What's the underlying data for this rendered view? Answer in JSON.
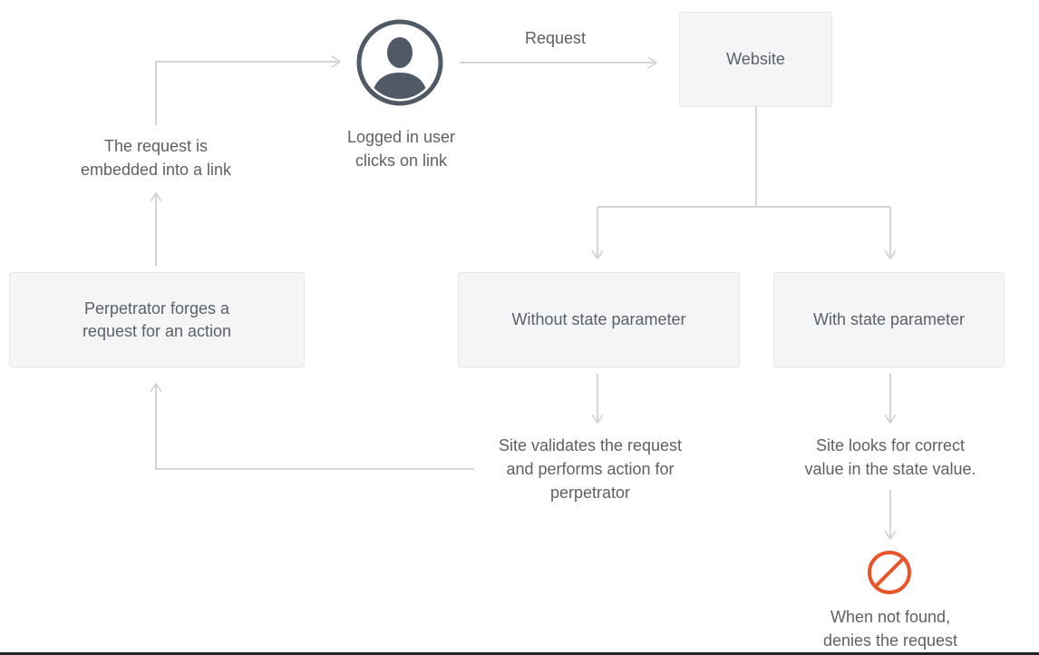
{
  "diagram": {
    "nodes": {
      "website": "Website",
      "perpetrator": "Perpetrator forges a\nrequest for an action",
      "without_state": "Without state parameter",
      "with_state": "With state parameter"
    },
    "labels": {
      "user": "Logged in user\nclicks on link",
      "embedded": "The request is\nembedded into a link",
      "request_arrow": "Request",
      "site_validates": "Site validates the request\nand performs action for\nperpetrator",
      "site_looks": "Site looks for correct\nvalue in the state value.",
      "denies": "When not found,\ndenies the request"
    },
    "icons": {
      "user": "user-avatar-icon",
      "deny": "prohibited-icon"
    },
    "colors": {
      "line": "#d0d3d6",
      "box_fill": "#f4f5f7",
      "box_border": "#e3e5e8",
      "avatar": "#4f5a66",
      "deny": "#e8552a",
      "text": "#5c6166"
    }
  }
}
